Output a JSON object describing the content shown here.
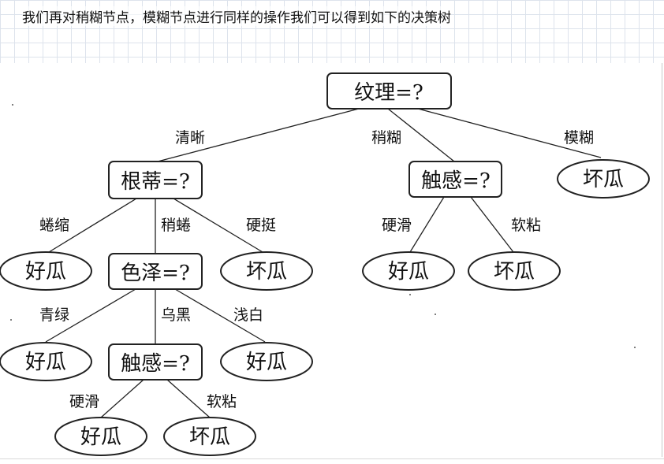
{
  "caption": "我们再对稍糊节点，模糊节点进行同样的操作我们可以得到如下的决策树",
  "tree": {
    "root": {
      "label": "纹理=?",
      "branches": {
        "clear": "清晰",
        "slightly_blurry": "稍糊",
        "blurry": "模糊"
      }
    },
    "root_stem": {
      "label": "根蒂=?",
      "branches": {
        "curled": "蜷缩",
        "slightly_curled": "稍蜷",
        "stiff": "硬挺"
      }
    },
    "curled_leaf": "好瓜",
    "stiff_leaf": "坏瓜",
    "color": {
      "label": "色泽=?",
      "branches": {
        "green": "青绿",
        "black": "乌黑",
        "light": "浅白"
      }
    },
    "green_leaf": "好瓜",
    "light_leaf": "好瓜",
    "touch_inner": {
      "label": "触感=?",
      "branches": {
        "hard": "硬滑",
        "soft": "软粘"
      }
    },
    "inner_hard_leaf": "好瓜",
    "inner_soft_leaf": "坏瓜",
    "touch_right": {
      "label": "触感=?",
      "branches": {
        "hard": "硬滑",
        "soft": "软粘"
      }
    },
    "right_hard_leaf": "好瓜",
    "right_soft_leaf": "坏瓜",
    "blurry_leaf": "坏瓜"
  }
}
